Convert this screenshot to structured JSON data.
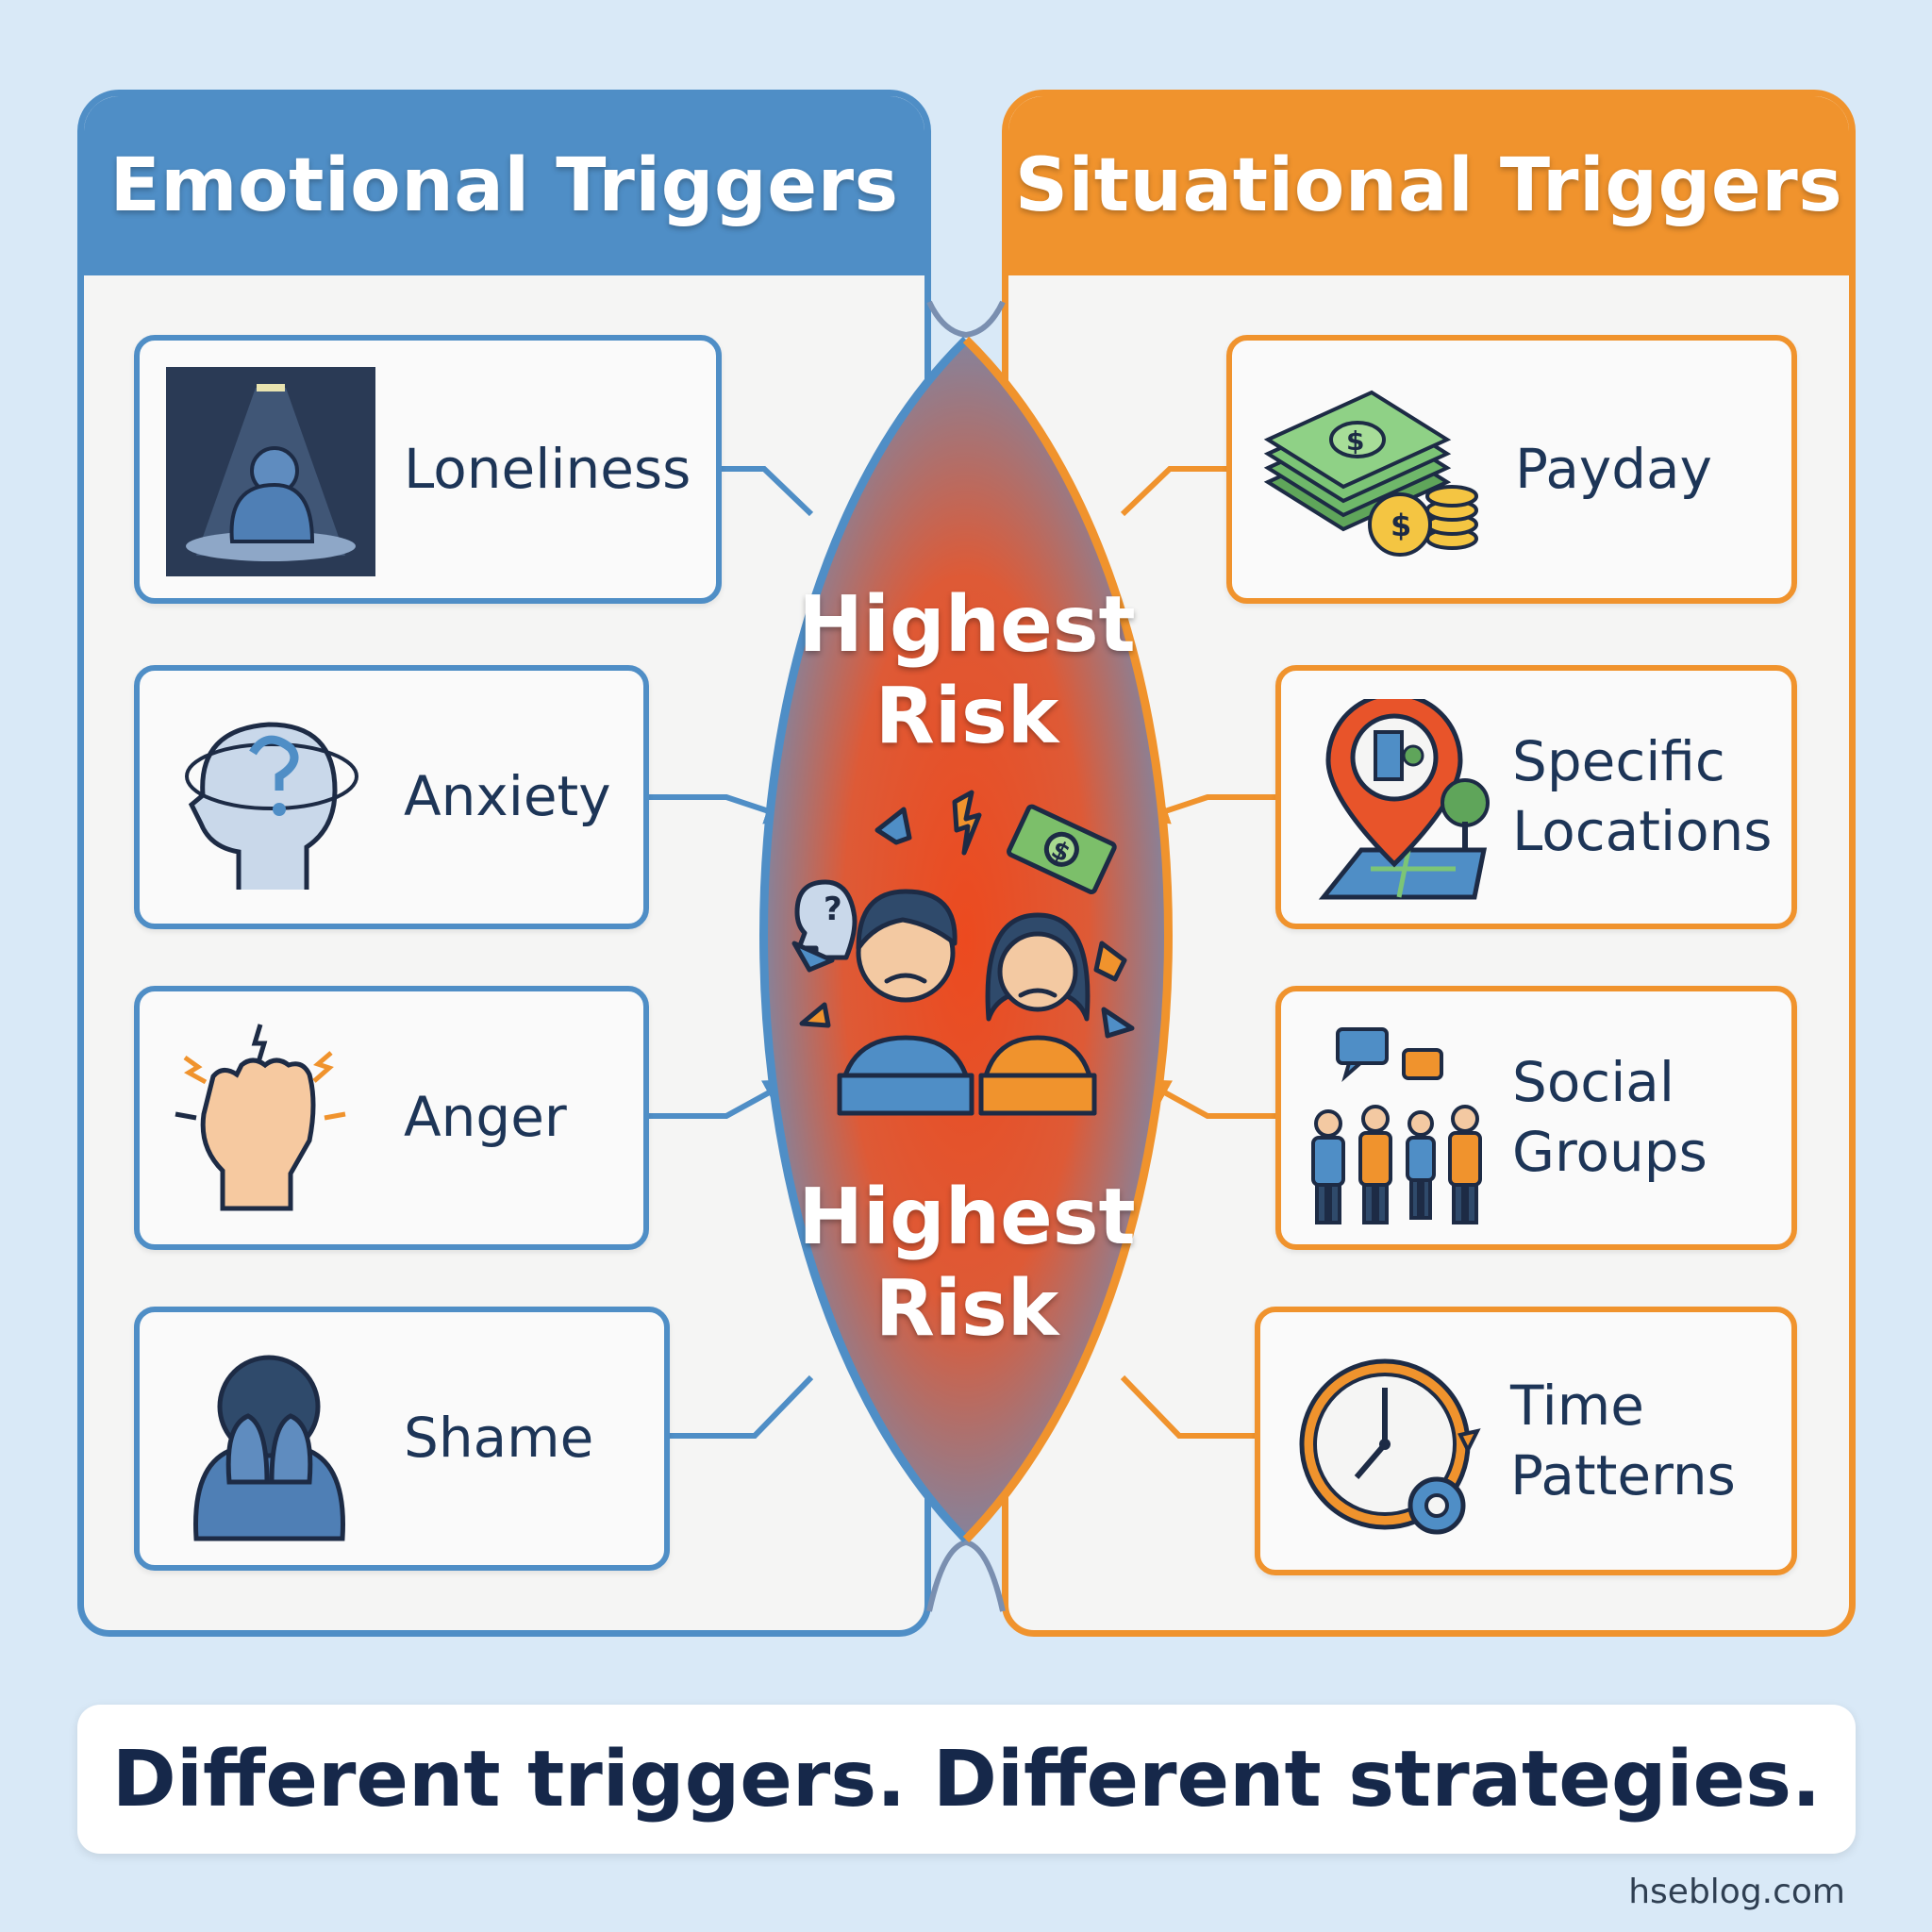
{
  "colors": {
    "emotional": "#4f8ec6",
    "situational": "#f0932d",
    "risk": "#e8542a",
    "text": "#1d3557",
    "background": "#d9e9f7"
  },
  "emotional": {
    "title": "Emotional Triggers",
    "items": [
      {
        "label": "Loneliness",
        "icon": "lonely-person-icon"
      },
      {
        "label": "Anxiety",
        "icon": "anxious-head-icon"
      },
      {
        "label": "Anger",
        "icon": "clenched-fist-icon"
      },
      {
        "label": "Shame",
        "icon": "face-in-hands-icon"
      }
    ]
  },
  "situational": {
    "title": "Situational Triggers",
    "items": [
      {
        "label": "Payday",
        "icon": "money-stack-icon"
      },
      {
        "label": "Specific Locations",
        "icon": "location-pin-icon"
      },
      {
        "label": "Social Groups",
        "icon": "people-group-icon"
      },
      {
        "label": "Time Patterns",
        "icon": "clock-icon"
      }
    ]
  },
  "center": {
    "top_label": "Highest Risk",
    "bottom_label": "Highest Risk",
    "icon": "stressed-couple-icon"
  },
  "footer": {
    "tagline": "Different triggers. Different strategies.",
    "watermark": "hseblog.com"
  }
}
